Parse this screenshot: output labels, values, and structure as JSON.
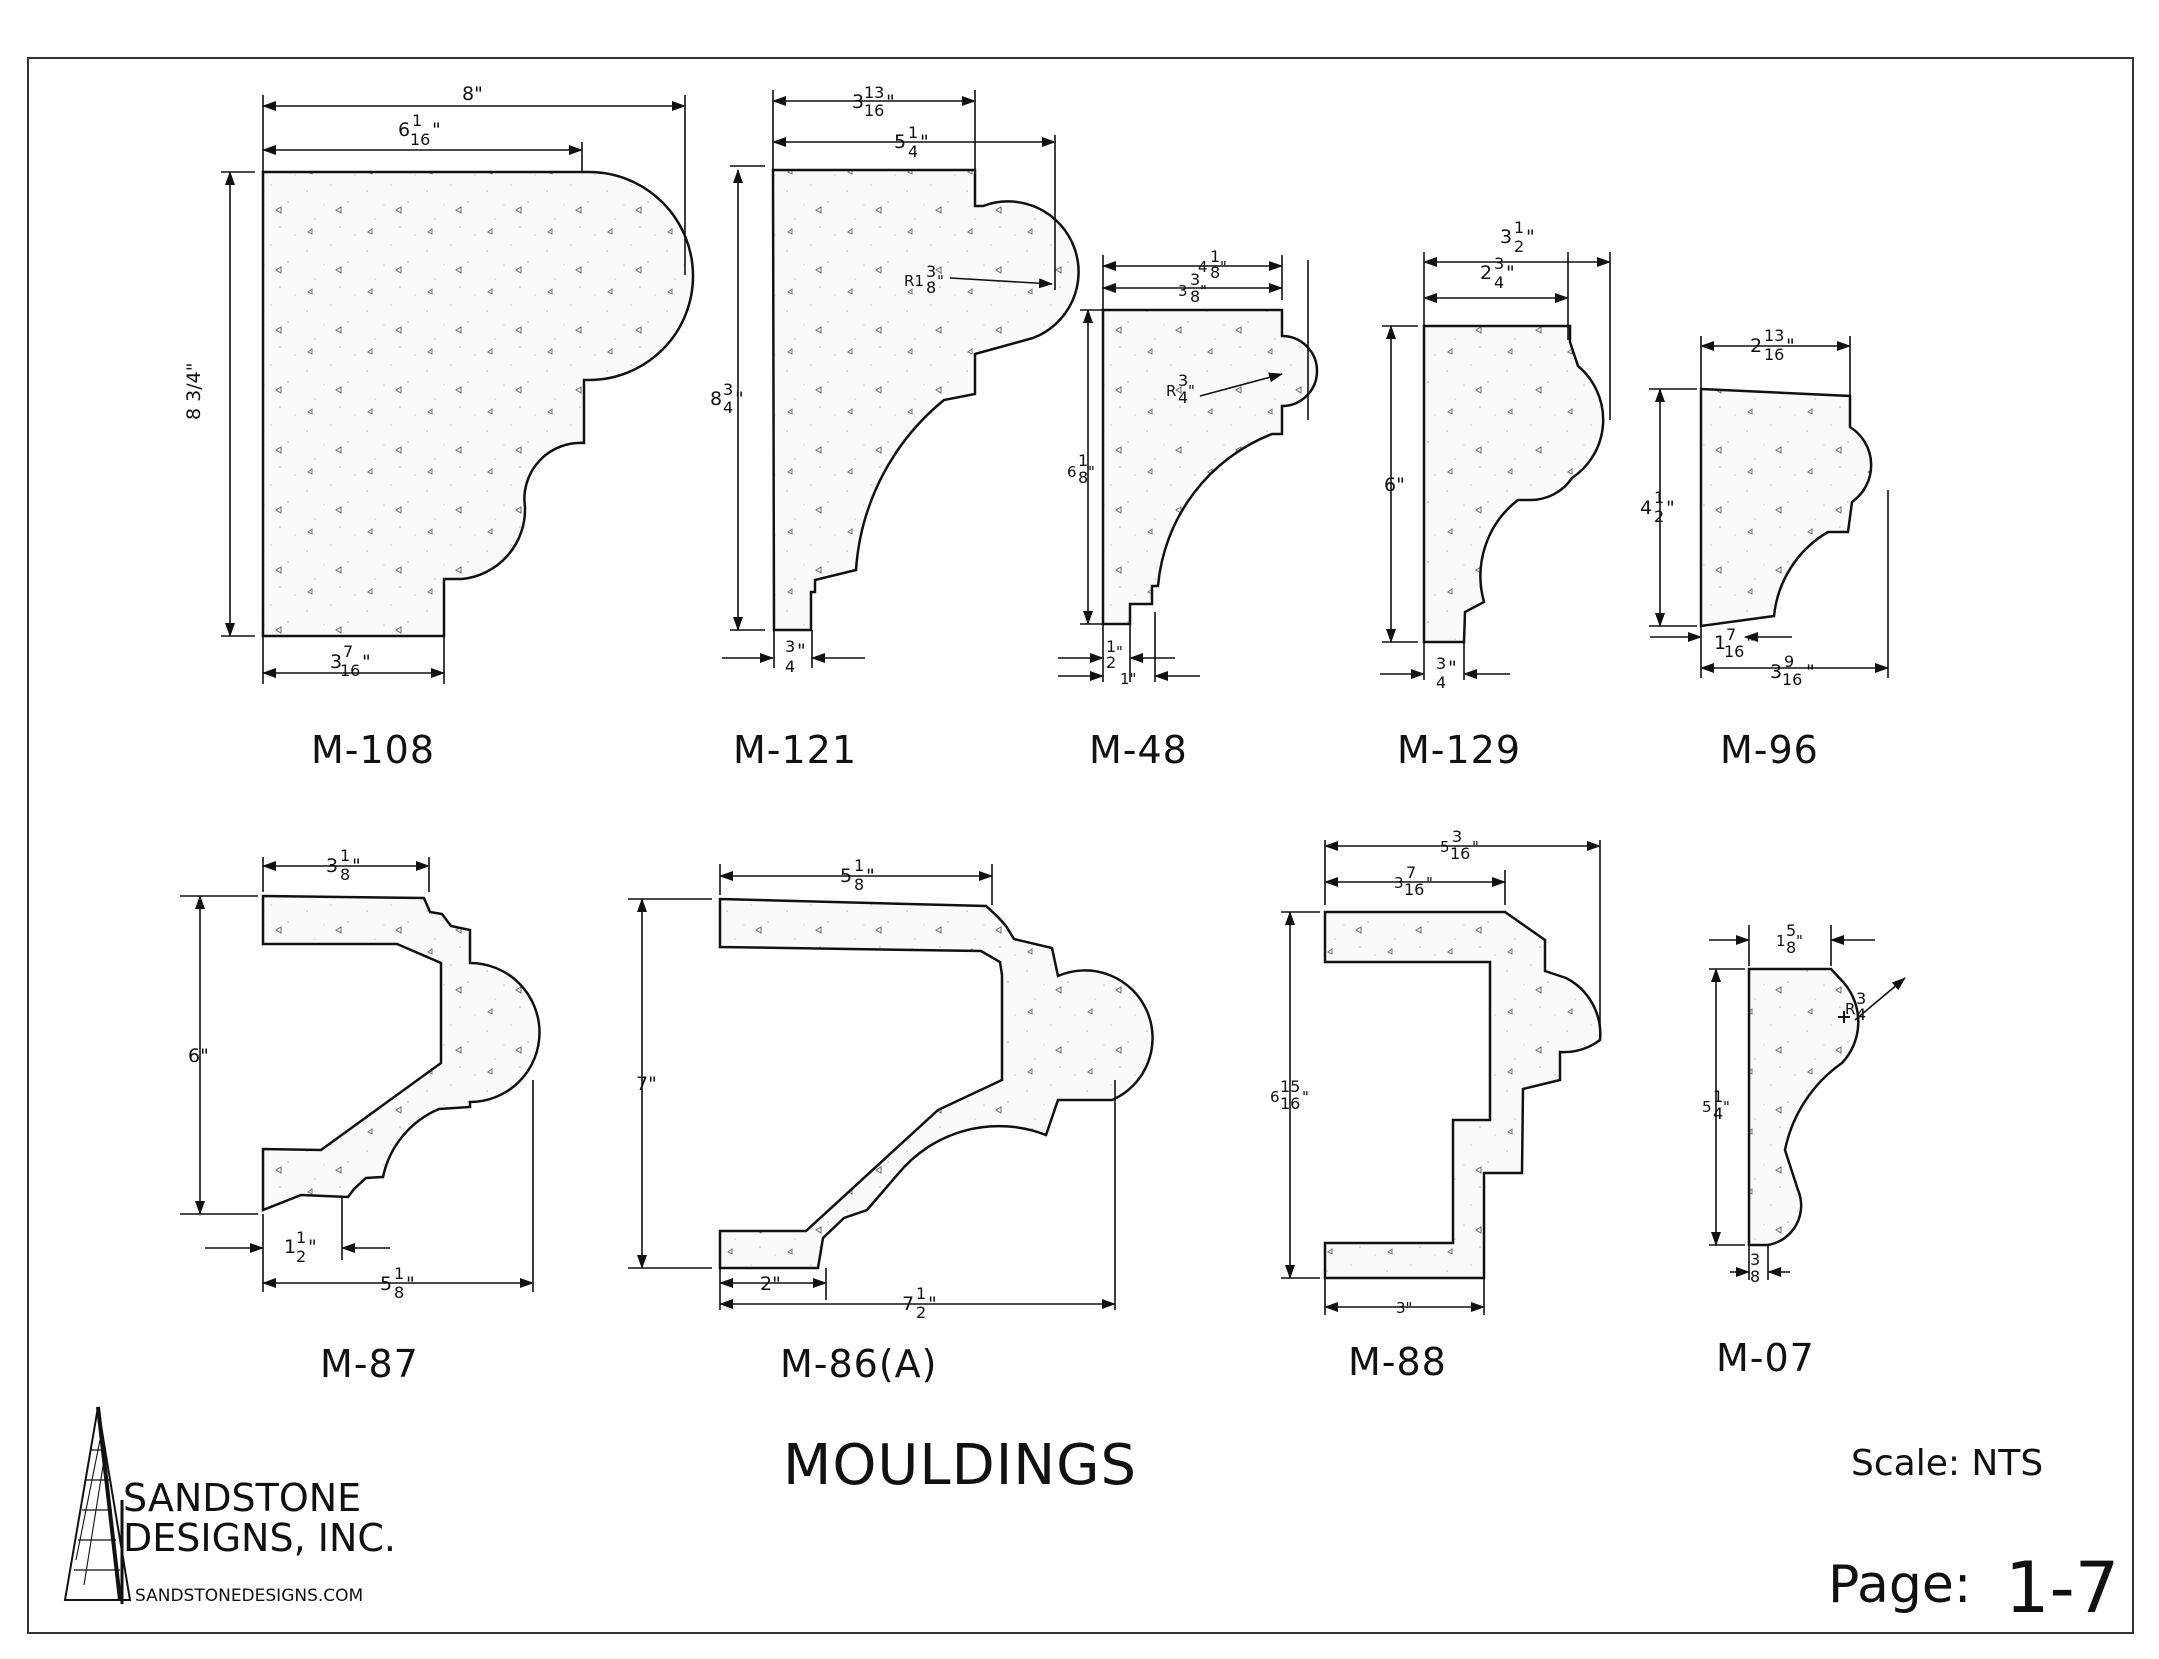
{
  "sheet": {
    "title": "MOULDINGS",
    "scale": "Scale: NTS",
    "page_label": "Page:",
    "page_number": "1-7",
    "company_line1": "SANDSTONE",
    "company_line2": "DESIGNS, INC.",
    "website": "SANDSTONEDESIGNS.COM"
  },
  "profiles": [
    {
      "id": "M-108",
      "label": "M-108",
      "dims": [
        "8\"",
        "6 1/16\"",
        "8 3/4\"",
        "3 7/16\""
      ]
    },
    {
      "id": "M-121",
      "label": "M-121",
      "dims": [
        "3 13/16\"",
        "5 1/4\"",
        "8 3/4\"",
        "R1 3/8\"",
        "3/4\""
      ]
    },
    {
      "id": "M-48",
      "label": "M-48",
      "dims": [
        "4 1/8\"",
        "3 3/8\"",
        "6 1/8\"",
        "R 3/4\"",
        "1/2\"",
        "1\""
      ]
    },
    {
      "id": "M-129",
      "label": "M-129",
      "dims": [
        "3 1/2\"",
        "2 3/4\"",
        "6\"",
        "3/4\""
      ]
    },
    {
      "id": "M-96",
      "label": "M-96",
      "dims": [
        "2 13/16\"",
        "4 1/2\"",
        "1 7/16\"",
        "3 9/16\""
      ]
    },
    {
      "id": "M-87",
      "label": "M-87",
      "dims": [
        "3 1/8\"",
        "6\"",
        "1 1/2\"",
        "5 1/8\""
      ]
    },
    {
      "id": "M-86A",
      "label": "M-86(A)",
      "dims": [
        "5 1/8\"",
        "7\"",
        "2\"",
        "7 1/2\""
      ]
    },
    {
      "id": "M-88",
      "label": "M-88",
      "dims": [
        "5 3/16\"",
        "3 7/16\"",
        "6 15/16\"",
        "3\""
      ]
    },
    {
      "id": "M-07",
      "label": "M-07",
      "dims": [
        "1 5/8\"",
        "R 3/4",
        "5 1/4\"",
        "3/8\""
      ]
    }
  ]
}
